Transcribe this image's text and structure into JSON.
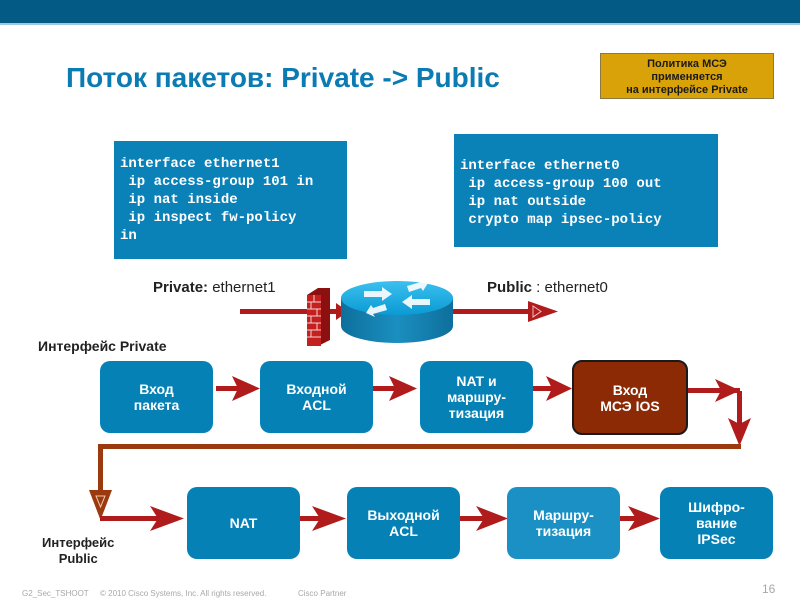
{
  "slide": {
    "title": "Поток пакетов: Private -> Public",
    "note": {
      "line1": "Политика МСЭ",
      "line2": "применяется",
      "line3": "на интерфейсе Private"
    },
    "config_private": "interface ethernet1\n ip access-group 101 in\n ip nat inside\n ip inspect fw-policy\nin",
    "config_public": "interface ethernet0\n ip access-group 100 out\n ip nat outside\n crypto map ipsec-policy",
    "private_iface": {
      "label": "Private:",
      "value": " ethernet1"
    },
    "public_iface": {
      "label": "Public",
      "value": " : ethernet0"
    },
    "section_private": "Интерфейс Private",
    "section_public": {
      "line1": "Интерфейс",
      "line2": "Public"
    },
    "flow_private": [
      {
        "line1": "Вход",
        "line2": "пакета"
      },
      {
        "line1": "Входной",
        "line2": "ACL"
      },
      {
        "line1": "NAT и",
        "line2": "маршру-",
        "line3": "тизация"
      },
      {
        "line1": "Вход",
        "line2": "МСЭ IOS"
      }
    ],
    "flow_public": [
      {
        "line1": "NAT"
      },
      {
        "line1": "Выходной",
        "line2": "ACL"
      },
      {
        "line1": "Маршру-",
        "line2": "тизация"
      },
      {
        "line1": "Шифро-",
        "line2": "вание",
        "line3": "IPSec"
      }
    ],
    "colors": {
      "header": "#035a84",
      "title": "#0b7bb3",
      "box": "#0681b6",
      "firewall_box": "#8c2a06",
      "arrow": "#b01c1c",
      "note_bg": "#d9a208"
    }
  },
  "footer": {
    "course": "G2_Sec_TSHOOT",
    "copyright": "© 2010 Cisco Systems, Inc. All rights reserved.",
    "partner": "Cisco Partner",
    "page": "16"
  }
}
